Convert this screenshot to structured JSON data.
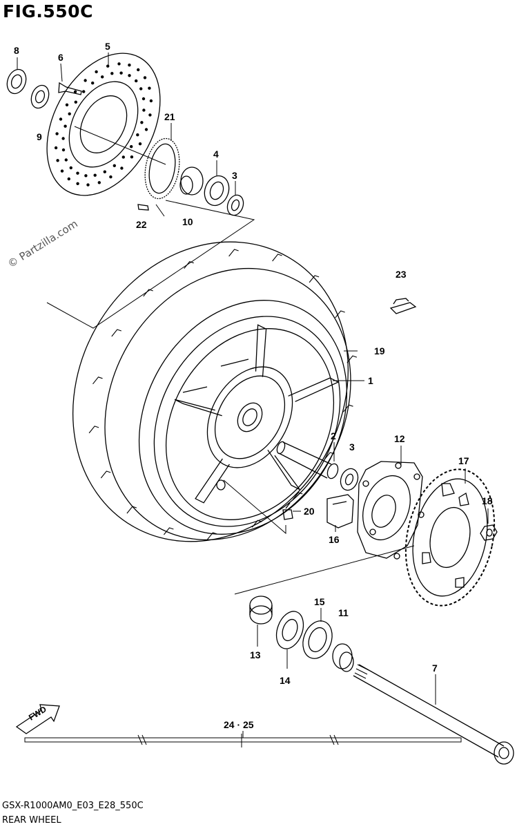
{
  "figure_title": "FIG.550C",
  "diagram_code": "GSX-R1000AM0_E03_E28_550C",
  "caption": "REAR WHEEL",
  "watermark": "© Partzilla.com",
  "fwd_label": "FWD",
  "callouts": [
    {
      "id": "c8",
      "text": "8"
    },
    {
      "id": "c6",
      "text": "6"
    },
    {
      "id": "c5",
      "text": "5"
    },
    {
      "id": "c9",
      "text": "9"
    },
    {
      "id": "c21",
      "text": "21"
    },
    {
      "id": "c4",
      "text": "4"
    },
    {
      "id": "c3a",
      "text": "3"
    },
    {
      "id": "c22",
      "text": "22"
    },
    {
      "id": "c10",
      "text": "10"
    },
    {
      "id": "c23",
      "text": "23"
    },
    {
      "id": "c19",
      "text": "19"
    },
    {
      "id": "c1",
      "text": "1"
    },
    {
      "id": "c2",
      "text": "2"
    },
    {
      "id": "c3b",
      "text": "3"
    },
    {
      "id": "c12",
      "text": "12"
    },
    {
      "id": "c17",
      "text": "17"
    },
    {
      "id": "c18",
      "text": "18"
    },
    {
      "id": "c20",
      "text": "20"
    },
    {
      "id": "c16",
      "text": "16"
    },
    {
      "id": "c15",
      "text": "15"
    },
    {
      "id": "c11",
      "text": "11"
    },
    {
      "id": "c13",
      "text": "13"
    },
    {
      "id": "c14",
      "text": "14"
    },
    {
      "id": "c7",
      "text": "7"
    },
    {
      "id": "c2425",
      "text": "24 · 25"
    }
  ]
}
